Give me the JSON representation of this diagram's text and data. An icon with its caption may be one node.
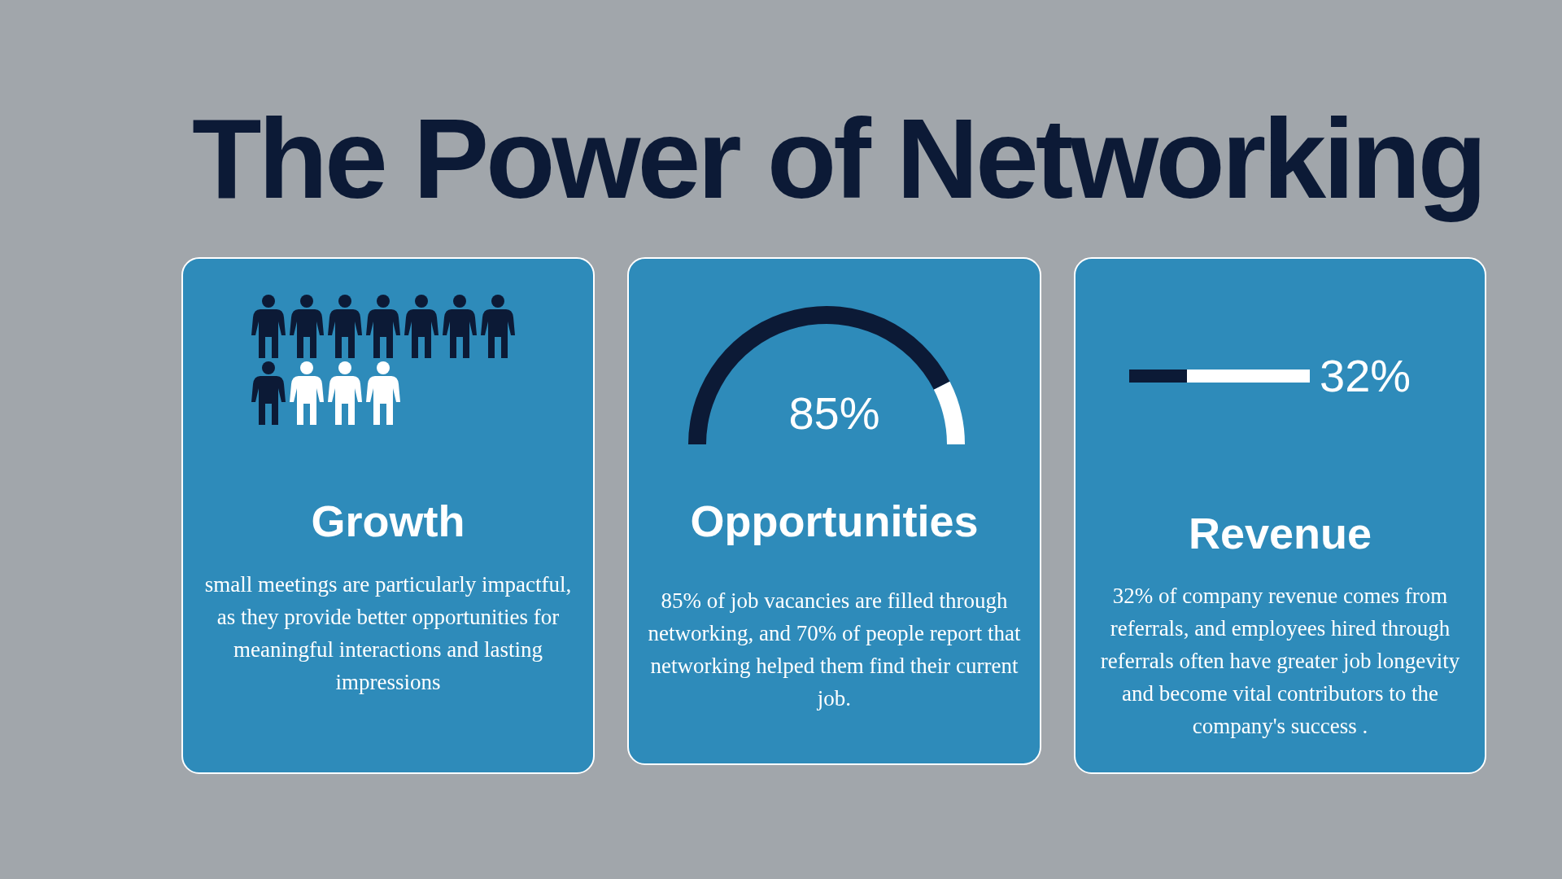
{
  "diagram": {
    "title": "The Power of Networking",
    "nodes": [
      {
        "text": [
          "Growth",
          "small meetings are particularly impactful, as they provide better opportunities for meaningful interactions and lasting impressions"
        ]
      },
      {
        "text": [
          "Opportunities",
          "85% of job vacancies are filled through networking, and 70% of people report that networking helped them find their current job."
        ]
      },
      {
        "text": [
          "Revenue",
          "32% of company revenue comes from referrals, and employees hired through referrals often have greater job longevity and become vital contributors to the company's success ."
        ]
      }
    ],
    "labels": [
      "85%",
      "32%"
    ]
  }
}
